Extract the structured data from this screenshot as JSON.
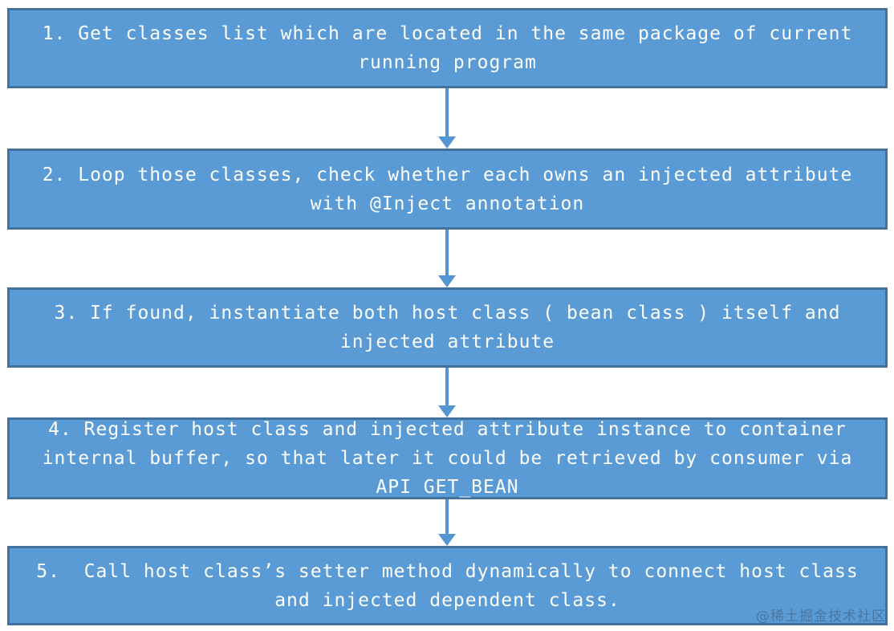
{
  "flowchart": {
    "colors": {
      "box_fill": "#5B9BD5",
      "box_border": "#41719C",
      "arrow": "#5295D2",
      "text": "#FDFEFF",
      "background": "#FFFFFF"
    },
    "steps": [
      {
        "lines": [
          "1. Get classes list which are located in the same package of current",
          "running program"
        ]
      },
      {
        "lines": [
          "2. Loop those classes, check whether each owns an injected attribute",
          "with @Inject annotation"
        ]
      },
      {
        "lines": [
          "3. If found, instantiate both host class ( bean class ) itself and",
          "injected attribute"
        ]
      },
      {
        "lines": [
          "4. Register host class and injected attribute instance to container",
          "internal buffer, so that later it could be retrieved by consumer via",
          "API GET_BEAN"
        ]
      },
      {
        "lines": [
          "5.  Call host class’s setter method dynamically to connect host class",
          "and injected dependent class."
        ]
      }
    ],
    "watermark": "@稀土掘金技术社区"
  }
}
